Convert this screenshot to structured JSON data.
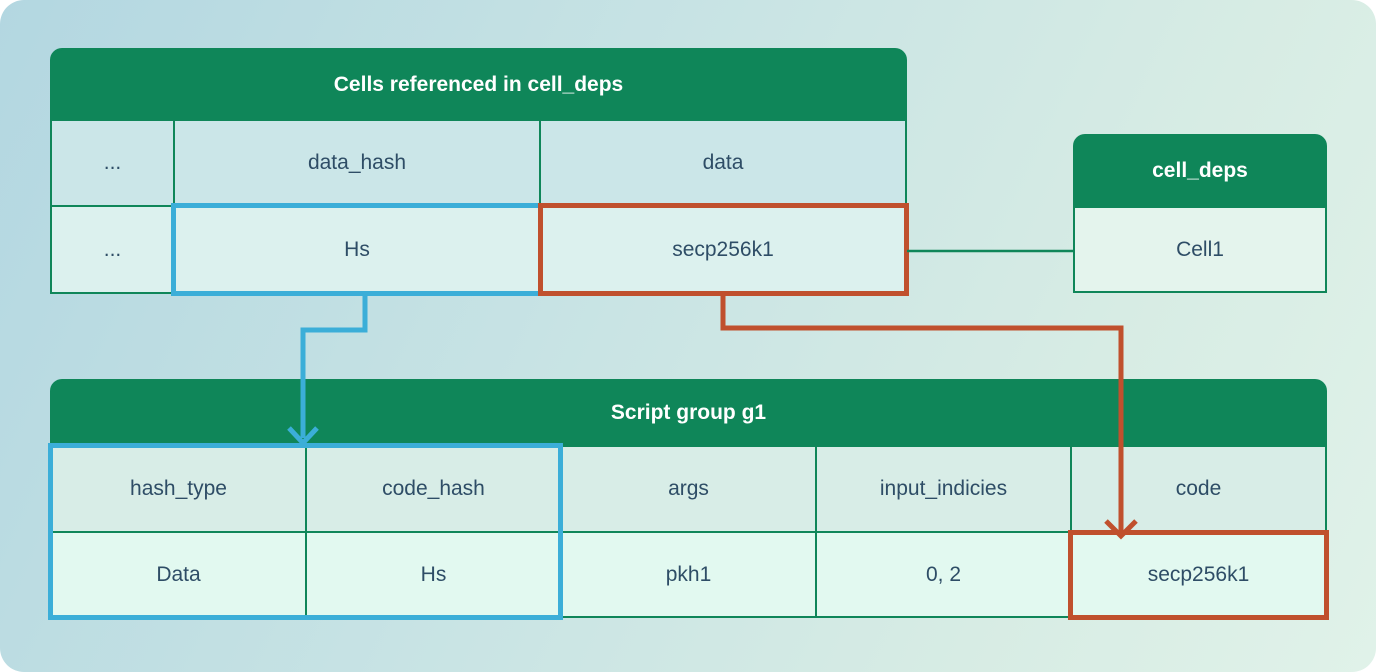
{
  "referenced_cells_table": {
    "title": "Cells referenced in cell_deps",
    "header_row": [
      "...",
      "data_hash",
      "data"
    ],
    "data_row": [
      "...",
      "Hs",
      "secp256k1"
    ]
  },
  "cell_deps_table": {
    "title": "cell_deps",
    "data_row": [
      "Cell1"
    ]
  },
  "script_group_table": {
    "title": "Script group g1",
    "header_row": [
      "hash_type",
      "code_hash",
      "args",
      "input_indicies",
      "code"
    ],
    "data_row": [
      "Data",
      "Hs",
      "pkh1",
      "0, 2",
      "secp256k1"
    ]
  },
  "colors": {
    "table_green": "#0F8659",
    "highlight_blue": "#3BAED8",
    "highlight_red": "#C0502D",
    "cell_text": "#2E4D66",
    "header_text": "#FFFFFF"
  }
}
